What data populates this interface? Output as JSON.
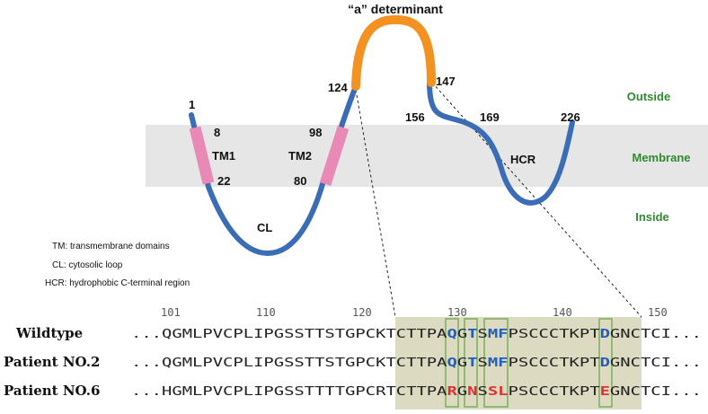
{
  "title": "“a” determinant",
  "zones": {
    "outside": "Outside",
    "membrane": "Membrane",
    "inside": "Inside"
  },
  "positions": {
    "p1": "1",
    "p8": "8",
    "p22": "22",
    "p80": "80",
    "p98": "98",
    "p124": "124",
    "p147": "147",
    "p156": "156",
    "p169": "169",
    "p226": "226"
  },
  "regions": {
    "tm1": "TM1",
    "tm2": "TM2",
    "cl": "CL",
    "hcr": "HCR"
  },
  "legend": {
    "tm": "TM: transmembrane domains",
    "cl": "CL: cytosolic loop",
    "hcr": "HCR: hydrophobic C-terminal region"
  },
  "ruler": [
    "101",
    "110",
    "120",
    "130",
    "140",
    "150"
  ],
  "alignment": [
    {
      "name": "Wildtype",
      "pre": "...QGMLPVCPLIPGSSTTSTGPCKTCTTPA",
      "m1": "Q",
      "s1": "G",
      "m2": "T",
      "s2": "S",
      "m3": "MF",
      "s3": "PSCCCTKPT",
      "m4": "D",
      "post": "GNCTCI...",
      "mut_color": "blue"
    },
    {
      "name": "Patient NO.2",
      "pre": "...QGMLPVCPLIPGSSTTSTGPCKTCTTPA",
      "m1": "Q",
      "s1": "G",
      "m2": "T",
      "s2": "S",
      "m3": "MF",
      "s3": "PSCCCTKPT",
      "m4": "D",
      "post": "GNCTCI...",
      "mut_color": "blue"
    },
    {
      "name": "Patient NO.6",
      "pre": "...HGMLPVCPLIPGSSTTTTGPCRTCTTPA",
      "m1": "R",
      "s1": "G",
      "m2": "N",
      "s2": "S",
      "m3": "SL",
      "s3": "PSCCCTKPT",
      "m4": "E",
      "post": "GNCTCI...",
      "mut_color": "red"
    }
  ],
  "colors": {
    "chain": "#3a6db5",
    "determinant": "#f39220",
    "tm_segment": "#e88ab5",
    "membrane": "#e6e6e6",
    "zone_text": "#2e8b2e",
    "highlight_box": "#dcdac0",
    "mutation_box": "#6aa84f"
  }
}
